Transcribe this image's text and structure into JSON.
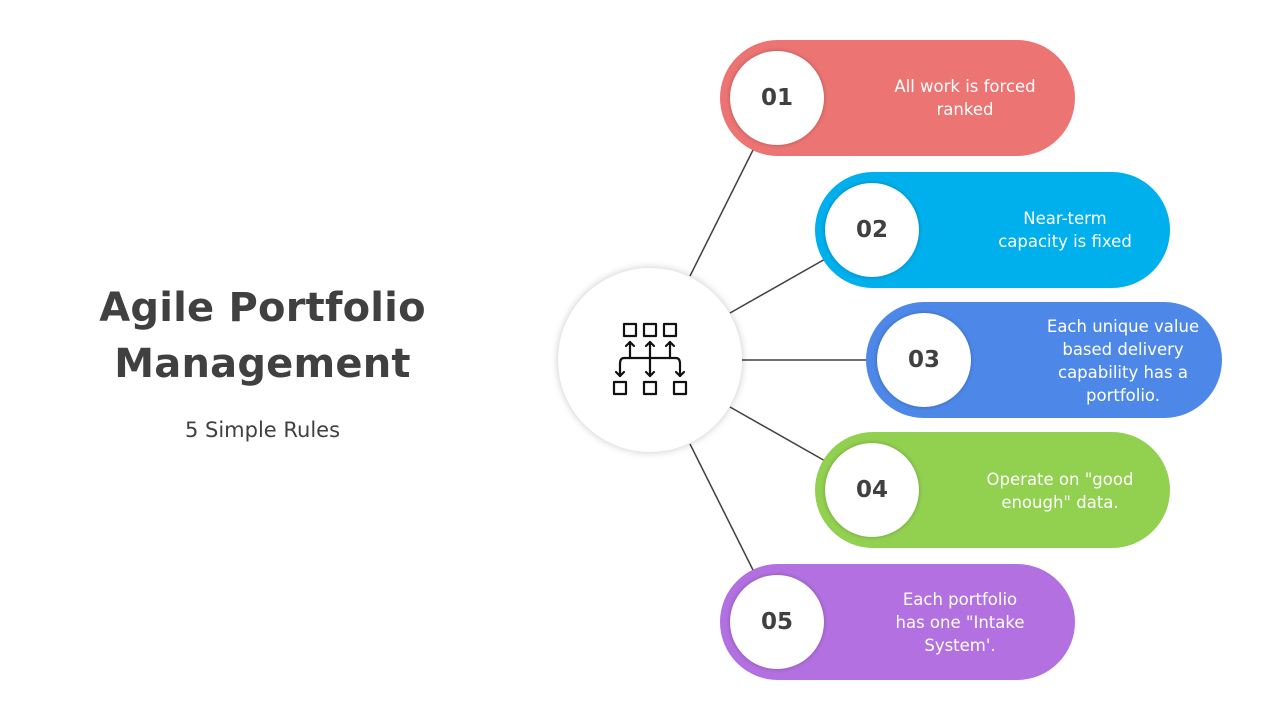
{
  "title": "Agile Portfolio Management",
  "title_line1": "Agile Portfolio",
  "title_line2": "Management",
  "subtitle": "5 Simple Rules",
  "hub_icon": "portfolio-flow-icon",
  "rules": [
    {
      "number": "01",
      "text_lines": [
        "All work is forced",
        "ranked"
      ],
      "color": "#EC7472"
    },
    {
      "number": "02",
      "text_lines": [
        "Near-term",
        "capacity is fixed"
      ],
      "color": "#00B0EC"
    },
    {
      "number": "03",
      "text_lines": [
        "Each unique value",
        "based delivery",
        "capability has a",
        "portfolio."
      ],
      "color": "#4D88E8"
    },
    {
      "number": "04",
      "text_lines": [
        "Operate on \"good",
        "enough\" data."
      ],
      "color": "#92D050"
    },
    {
      "number": "05",
      "text_lines": [
        "Each portfolio",
        "has one \"Intake",
        "System'."
      ],
      "color": "#B370E0"
    }
  ]
}
